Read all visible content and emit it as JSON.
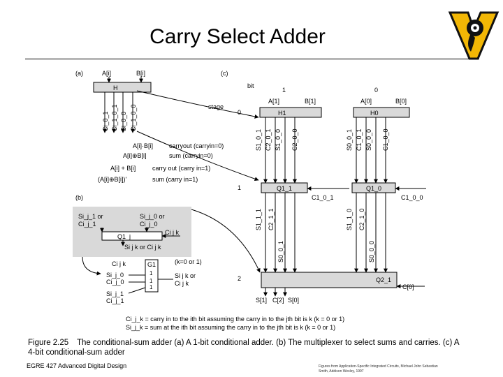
{
  "title": "Carry Select Adder",
  "logo": {
    "letter": "V",
    "icon": "ram-head-logo-icon",
    "gold": "#f2b705",
    "black": "#111111"
  },
  "caption": {
    "number": "Figure 2.25",
    "text": "The conditional-sum adder (a) A 1-bit conditional adder. (b) The multiplexer to select sums and carries. (c) A 4-bit conditional-sum adder"
  },
  "footer": {
    "course": "EGRE 427 Advanced Digital Design",
    "credit_line1": "Figures from Application-Specific Integrated Circuits, Michael John Sebastian",
    "credit_line2": "Smith, Addison Wesley, 1997"
  },
  "labels": {
    "a_tag": "(a)",
    "a_Ai": "A[i]",
    "a_Bi": "B[i]",
    "a_H": "H",
    "a_out1": "Ci_0_1",
    "a_out2": "Ci_1_0_1",
    "a_out3": "Si_0_0",
    "a_out4": "Ci_1_0_0",
    "a_eq1_l": "A[i]·B[i]",
    "a_eq1_r": "carryout (carryin=0)",
    "a_eq2_l": "A[i]⊕B[i]",
    "a_eq2_r": "sum (carryin=0)",
    "a_eq3_l": "A[i] + B[i]",
    "a_eq3_r": "carry out (carry in=1)",
    "a_eq4_l": "(A[i]⊕B[i])'",
    "a_eq4_r": "sum (carry in=1)",
    "b_tag": "(b)",
    "b_in1": "Si_j_1 or",
    "b_in1b": "Ci_j_1",
    "b_in2": "Si_j_0 or",
    "b_in2b": "Ci_j_0",
    "b_mux": "Q1_j",
    "b_sel": "Ci j k",
    "b_out": "Si j k or Ci j k",
    "c_tag": "(c)",
    "c_bit": "bit",
    "c_stage": "stage",
    "c_stage0": "0",
    "c_stage1": "1",
    "c_stage2": "2",
    "c_bit1": "1",
    "c_bit0": "0",
    "c_A1": "A[1]",
    "c_B1": "B[1]",
    "c_A0": "A[0]",
    "c_B0": "B[0]",
    "c_H1": "H1",
    "c_H0": "H0",
    "c_h1o1": "S1_0_1",
    "c_h1o2": "C2_0_1",
    "c_h1o3": "S1_0_0",
    "c_h1o4": "C2_0_0",
    "c_h0o1": "S0_0_1",
    "c_h0o2": "C1_0_1",
    "c_h0o3": "S0_0_0",
    "c_h0o4": "C1_0_0",
    "c_Q11": "Q1_1",
    "c_Q10": "Q1_0",
    "c_C101": "C1_0_1",
    "c_C100": "C1_0_0",
    "c_m1": "S1_1_1",
    "c_m2": "C2_1_1",
    "c_m3": "S1_1_0",
    "c_m4": "C2_1_0",
    "c_m5": "S0_0_1",
    "c_m6": "S0_0_0",
    "c_Q21": "Q2_1",
    "c_C0": "C[0]",
    "c_S1": "S[1]",
    "c_C2": "C[2]",
    "c_S0": "S[0]",
    "d_cijk": "Ci j k",
    "d_G1": "G1",
    "d_k": "(k=0 or 1)",
    "d_in1": "Si_j_0",
    "d_in2": "Ci_j_0",
    "d_in3": "Si_j_1",
    "d_in4": "Ci_j_1",
    "d_out1": "Si j k or",
    "d_out2": "Ci j k",
    "def1": "Ci_j_k = carry in to the ith bit assuming the carry in to the jth bit is k (k = 0 or 1)",
    "def2": "Si_j_k = sum at the ith bit assuming the carry in to the jth bit is k (k = 0 or 1)"
  }
}
